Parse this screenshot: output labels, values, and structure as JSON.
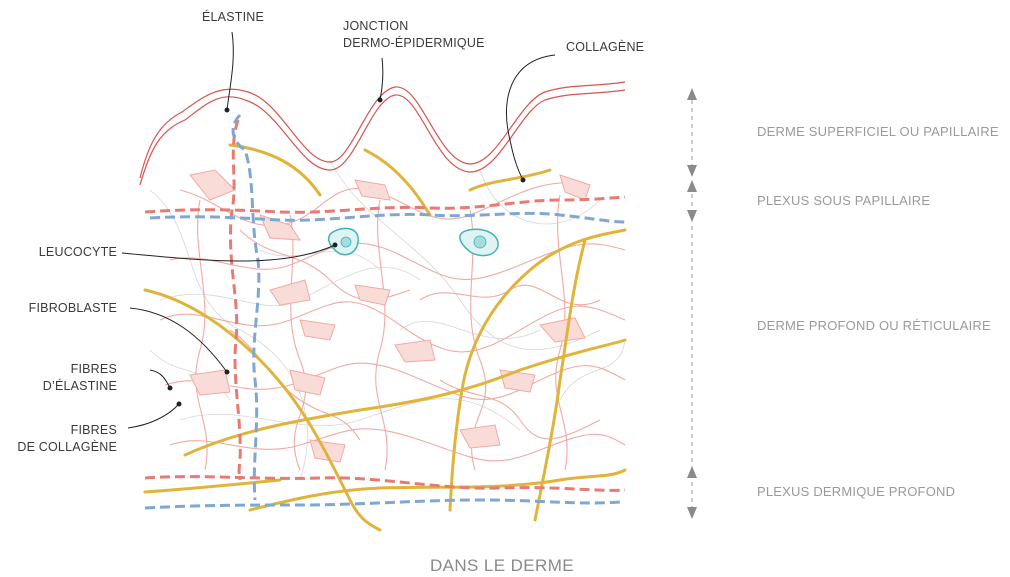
{
  "colors": {
    "elastin": "#e87a73",
    "capillary": "#7ea7d3",
    "collagen": "#e0b43a",
    "fiber": "#f0aaa4",
    "cell_fill": "#f9dcd7",
    "leucocyte": "#3fb2b8",
    "leader": "#222222",
    "dash_arrow": "#9a9a9a"
  },
  "callouts": {
    "elastine": "ÉLASTINE",
    "jonction_line1": "JONCTION",
    "jonction_line2": "DERMO-ÉPIDERMIQUE",
    "collagene": "COLLAGÈNE",
    "leucocyte": "LEUCOCYTE",
    "fibroblaste": "FIBROBLASTE",
    "fibres_elastine_line1": "FIBRES",
    "fibres_elastine_line2": "D’ÉLASTINE",
    "fibres_collagene_line1": "FIBRES",
    "fibres_collagene_line2": "DE COLLAGÈNE"
  },
  "layers": {
    "superficiel": "DERME SUPERFICIEL OU PAPILLAIRE",
    "sous_papillaire": "PLEXUS SOUS PAPILLAIRE",
    "profond": "DERME PROFOND OU RÉTICULAIRE",
    "plexus_profond": "PLEXUS DERMIQUE PROFOND"
  },
  "caption": "DANS LE DERME"
}
